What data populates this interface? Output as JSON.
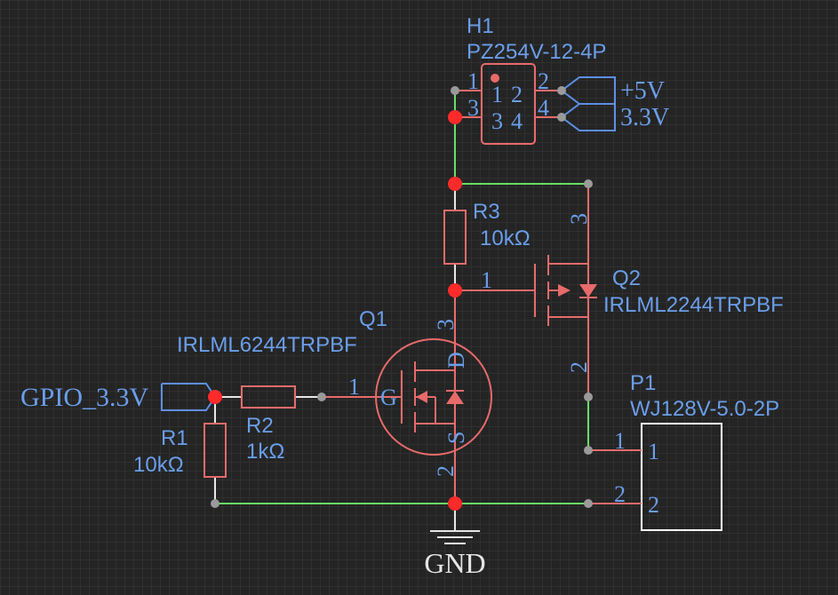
{
  "header": {
    "designator": "H1",
    "part": "PZ254V-12-4P",
    "pin1": "1",
    "pin2": "2",
    "pin3": "3",
    "pin4": "4"
  },
  "nets": {
    "vcc5": "+5V",
    "vcc33": "3.3V",
    "gpio": "GPIO_3.3V",
    "gnd": "GND"
  },
  "r1": {
    "designator": "R1",
    "value": "10kΩ"
  },
  "r2": {
    "designator": "R2",
    "value": "1kΩ"
  },
  "r3": {
    "designator": "R3",
    "value": "10kΩ"
  },
  "q1": {
    "designator": "Q1",
    "part": "IRLML6244TRPBF",
    "pin_g": "1",
    "pin_d": "3",
    "pin_s": "2",
    "letter_g": "G",
    "letter_d": "D",
    "letter_s": "S"
  },
  "q2": {
    "designator": "Q2",
    "part": "IRLML2244TRPBF",
    "pin_g": "1",
    "pin_d": "3",
    "pin_s": "2"
  },
  "p1": {
    "designator": "P1",
    "part": "WJ128V-5.0-2P",
    "pin1": "1",
    "pin2": "2"
  },
  "colors": {
    "background": "#242424",
    "grid": "#3a3a3a",
    "wire": "#66dd66",
    "component": "#e86a6a",
    "junction": "#ff2a2a",
    "label": "#6a9eea",
    "netflag": "#5b8fe6",
    "outline": "#ffffff",
    "pin_end": "#9a9a9a"
  }
}
